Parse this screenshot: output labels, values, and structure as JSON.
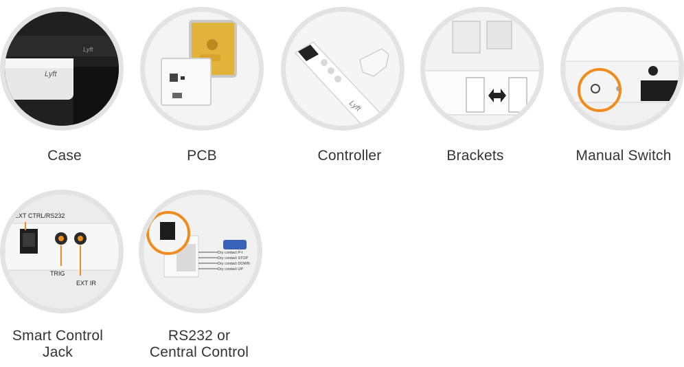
{
  "items": [
    {
      "caption": "Case"
    },
    {
      "caption": "PCB"
    },
    {
      "caption": "Controller"
    },
    {
      "caption": "Brackets"
    },
    {
      "caption": "Manual Switch"
    },
    {
      "caption_line1": "Smart Control",
      "caption_line2": "Jack"
    },
    {
      "caption_line1": "RS232 or",
      "caption_line2": "Central Control"
    }
  ],
  "case_logo": "Lyft",
  "controller_logo": "Lyft",
  "jack_labels": {
    "ext_ctrl": "EXT CTRL/RS232",
    "trig": "TRIG",
    "ext_ir": "EXT IR"
  },
  "rs232_labels": [
    "Dry contact P-I",
    "Dry contact STOP",
    "Dry contact DOWN",
    "Dry contact UP"
  ],
  "colors": {
    "accent_orange": "#f08c1e",
    "circle_ring": "#e3e3e3",
    "text": "#333333"
  }
}
